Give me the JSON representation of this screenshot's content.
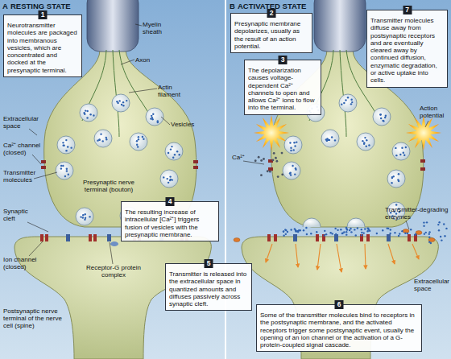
{
  "diagram": {
    "nodes": [
      {
        "text": [
          "1",
          "Neurotransmitter molecules are packaged into membranous vesicles, which are concentrated and docked at the presynaptic terminal."
        ]
      },
      {
        "text": [
          "2",
          "Presynaptic membrane depolarizes, usually as the result of an action potential."
        ]
      },
      {
        "text": [
          "3",
          "The depolarization causes voltage-dependent Ca²⁺ channels to open and allows Ca²⁺ ions to flow into the terminal."
        ]
      },
      {
        "text": [
          "4",
          "The resulting increase of intracellular [Ca²⁺] triggers fusion of vesicles with the presynaptic membrane."
        ]
      },
      {
        "text": [
          "5",
          "Transmitter is released into the extracellular space in quantized amounts and diffuses passively across synaptic cleft."
        ]
      },
      {
        "text": [
          "6",
          "Some of the transmitter molecules bind to receptors in the postsynaptic membrane, and the activated receptors trigger some postsynaptic event, usually the opening of an ion channel or the activation of a G-protein-coupled signal cascade."
        ]
      },
      {
        "text": [
          "7",
          "Transmitter molecules diffuse away from postsynaptic receptors and are eventually cleared away by continued diffusion, enzymatic degradation, or active uptake into cells."
        ]
      }
    ],
    "labels": [
      "A",
      "RESTING STATE",
      "B",
      "ACTIVATED STATE",
      "Myelin sheath",
      "Axon",
      "Actin filament",
      "Vesicles",
      "Extracellular space",
      "Ca²⁺ channel (closed)",
      "Transmitter molecules",
      "Presynaptic nerve terminal (bouton)",
      "Synaptic cleft",
      "Ion channel (closed)",
      "Receptor-G protein complex",
      "Postsynaptic nerve terminal of the nerve cell (spine)",
      "Ca²⁺",
      "Action potential",
      "Transmitter-degrading enzymes",
      "Extracellular space"
    ]
  }
}
